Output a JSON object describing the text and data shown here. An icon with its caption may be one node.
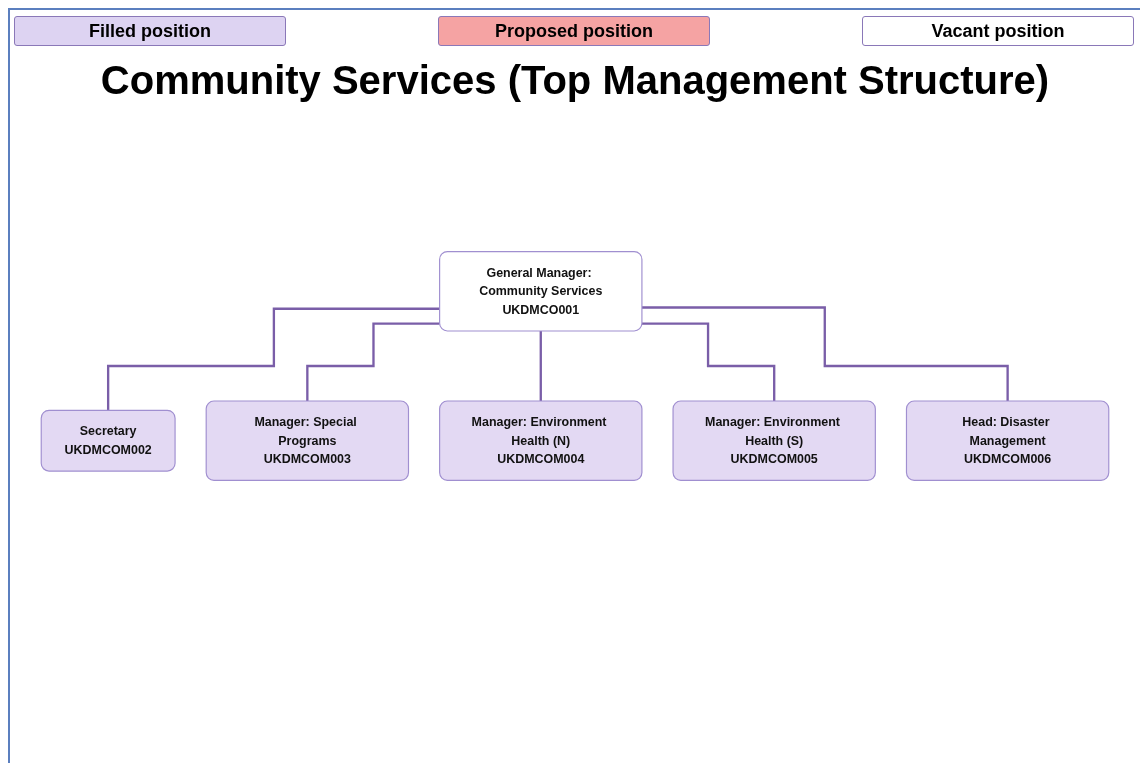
{
  "diagram": {
    "title": "Community Services (Top Management Structure)",
    "nodes": [
      {
        "text": [
          "General Manager: Community Services",
          "UKDMCO001"
        ]
      },
      {
        "text": [
          "Secretary",
          "UKDMCOM002"
        ]
      },
      {
        "text": [
          "Manager: Special Programs",
          "UKDMCOM003"
        ]
      },
      {
        "text": [
          "Manager: Environment Health (N)",
          "UKDMCOM004"
        ]
      },
      {
        "text": [
          "Manager: Environment Health (S)",
          "UKDMCOM005"
        ]
      },
      {
        "text": [
          "Head: Disaster Management",
          "UKDMCOM006"
        ]
      }
    ],
    "edges": [
      {
        "from": 0,
        "to": 1,
        "arrow": "none"
      },
      {
        "from": 0,
        "to": 2,
        "arrow": "none"
      },
      {
        "from": 0,
        "to": 3,
        "arrow": "none"
      },
      {
        "from": 0,
        "to": 4,
        "arrow": "none"
      },
      {
        "from": 0,
        "to": 5,
        "arrow": "none"
      }
    ],
    "legend": [
      {
        "text": "Filled position",
        "color": "#ddd3f2"
      },
      {
        "text": "Proposed position",
        "color": "#f5a3a3"
      },
      {
        "text": "Vacant position",
        "color": "#ffffff"
      }
    ]
  }
}
